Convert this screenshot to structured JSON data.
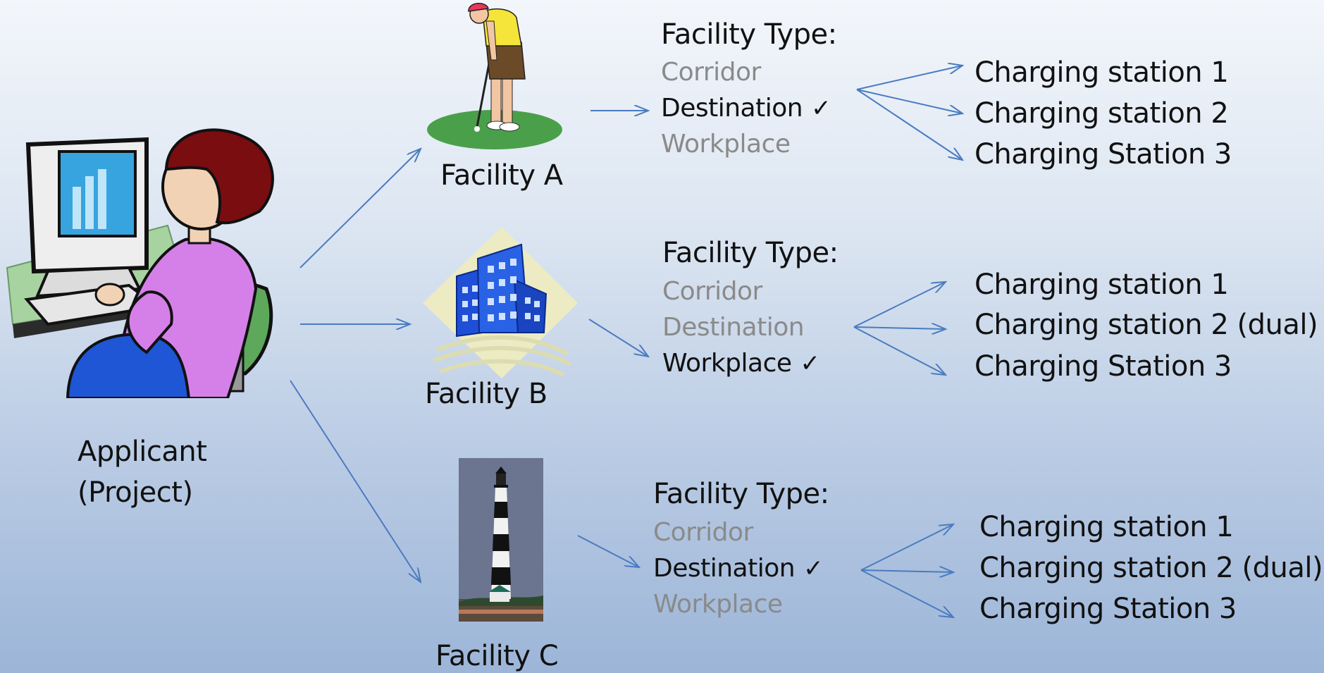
{
  "applicant": {
    "line1": "Applicant",
    "line2": "(Project)"
  },
  "facilities": [
    {
      "label": "Facility A",
      "type_title": "Facility Type:",
      "options": [
        "Corridor",
        "Destination",
        "Workplace"
      ],
      "selected": 1,
      "stations": [
        "Charging station 1",
        "Charging station 2",
        "Charging Station 3"
      ]
    },
    {
      "label": "Facility B",
      "type_title": "Facility Type:",
      "options": [
        "Corridor",
        "Destination",
        "Workplace"
      ],
      "selected": 2,
      "stations": [
        "Charging station 1",
        "Charging station 2 (dual)",
        "Charging Station 3"
      ]
    },
    {
      "label": "Facility C",
      "type_title": "Facility Type:",
      "options": [
        "Corridor",
        "Destination",
        "Workplace"
      ],
      "selected": 1,
      "stations": [
        "Charging station 1",
        "Charging station 2 (dual)",
        "Charging Station 3"
      ]
    }
  ],
  "check_mark": "✓",
  "colors": {
    "arrow": "#4a7bc0",
    "selected_text": "#111111",
    "unselected_text": "#8a8a8a"
  },
  "icons": [
    "computer-user-illustration",
    "golfer-illustration",
    "office-building-illustration",
    "lighthouse-illustration"
  ]
}
